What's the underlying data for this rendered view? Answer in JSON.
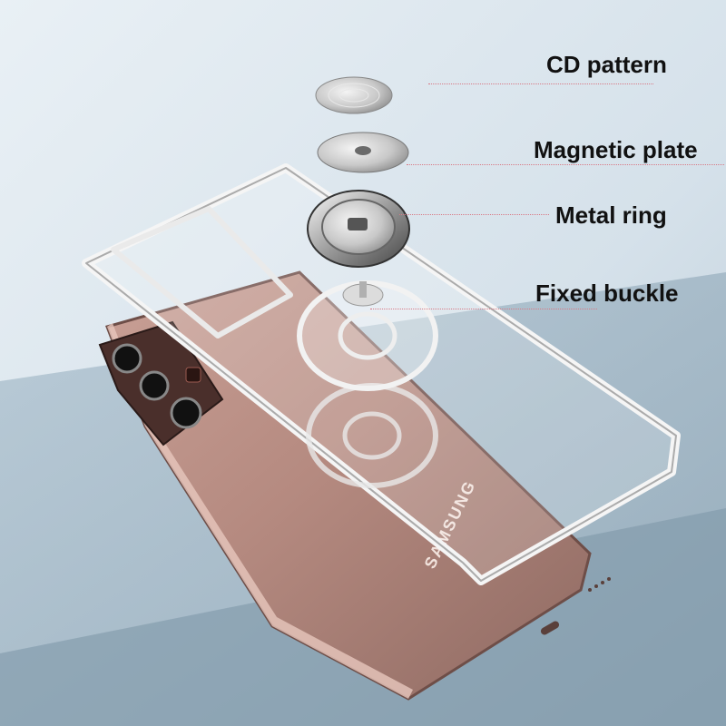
{
  "callouts": {
    "cd_pattern": "CD pattern",
    "magnetic_plate": "Magnetic plate",
    "metal_ring": "Metal ring",
    "fixed_buckle": "Fixed buckle"
  },
  "phone": {
    "brand": "SAMSUNG"
  },
  "colors": {
    "background": "#d6e3ec",
    "phone_body": "#b58a80",
    "leader_line": "#d87a86"
  }
}
